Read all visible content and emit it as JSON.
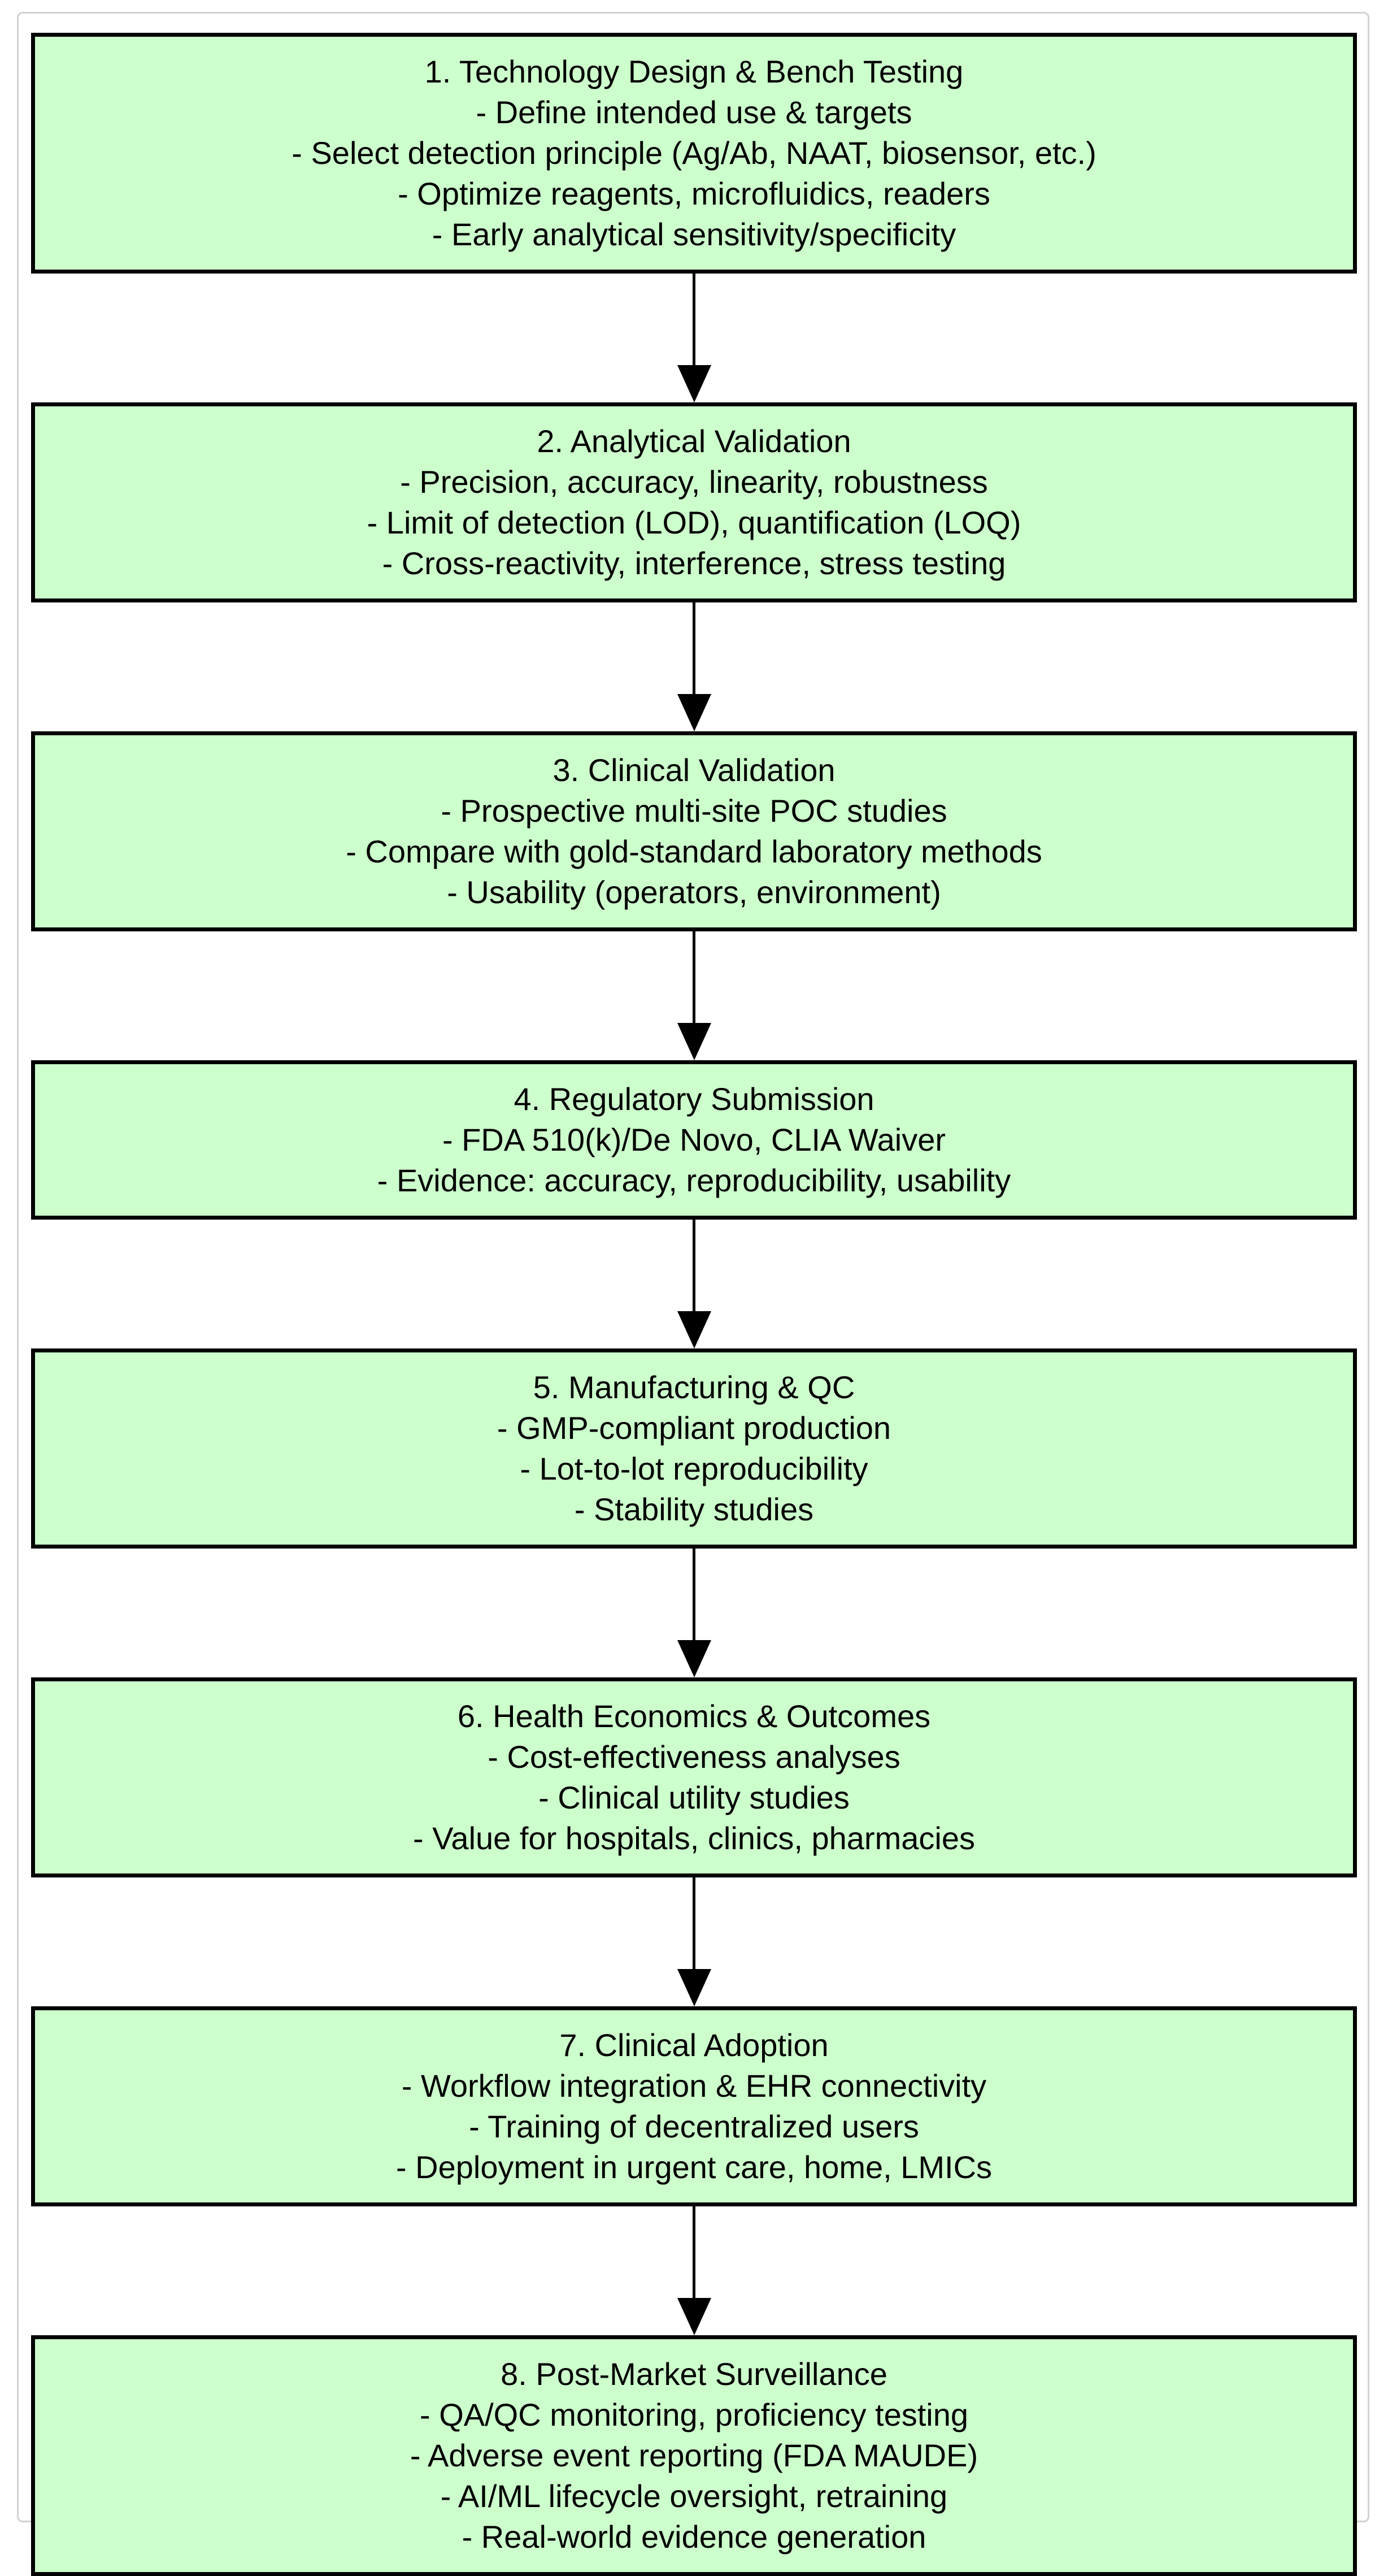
{
  "diagram": {
    "background": "#ffffff",
    "frame_color": "#d2d2d2",
    "box_fill": "#ccffcc",
    "box_border_color": "#000000",
    "arrow_color": "#000000",
    "text_color": "#000000",
    "boxes": [
      {
        "title": "1. Technology Design & Bench Testing",
        "items": [
          "- Define intended use & targets",
          "- Select detection principle (Ag/Ab, NAAT, biosensor, etc.)",
          "- Optimize reagents, microfluidics, readers",
          "- Early analytical sensitivity/specificity"
        ]
      },
      {
        "title": "2. Analytical Validation",
        "items": [
          "- Precision, accuracy, linearity, robustness",
          "- Limit of detection (LOD), quantification (LOQ)",
          "- Cross-reactivity, interference, stress testing"
        ]
      },
      {
        "title": "3. Clinical Validation",
        "items": [
          "- Prospective multi-site POC studies",
          "- Compare with gold-standard laboratory methods",
          "- Usability (operators, environment)"
        ]
      },
      {
        "title": "4. Regulatory Submission",
        "items": [
          "- FDA 510(k)/De Novo, CLIA Waiver",
          "- Evidence: accuracy, reproducibility, usability"
        ]
      },
      {
        "title": "5. Manufacturing & QC",
        "items": [
          "- GMP-compliant production",
          "- Lot-to-lot reproducibility",
          "- Stability studies"
        ]
      },
      {
        "title": "6. Health Economics & Outcomes",
        "items": [
          "- Cost-effectiveness analyses",
          "- Clinical utility studies",
          "- Value for hospitals, clinics, pharmacies"
        ]
      },
      {
        "title": "7. Clinical Adoption",
        "items": [
          "- Workflow integration & EHR connectivity",
          "- Training of decentralized users",
          "- Deployment in urgent care, home, LMICs"
        ]
      },
      {
        "title": "8. Post-Market Surveillance",
        "items": [
          "- QA/QC monitoring, proficiency testing",
          "- Adverse event reporting (FDA MAUDE)",
          "- AI/ML lifecycle oversight, retraining",
          "- Real-world evidence generation"
        ]
      }
    ]
  }
}
